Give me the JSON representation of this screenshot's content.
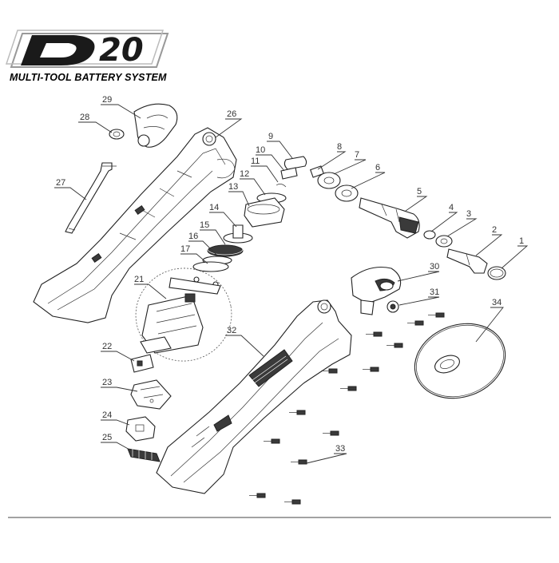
{
  "logo": {
    "brand_text": "D 20",
    "subtitle": "MULTI-TOOL BATTERY SYSTEM"
  },
  "parts": [
    "1",
    "2",
    "3",
    "4",
    "5",
    "6",
    "7",
    "8",
    "9",
    "10",
    "11",
    "12",
    "13",
    "14",
    "15",
    "16",
    "17",
    "21",
    "22",
    "23",
    "24",
    "25",
    "26",
    "27",
    "28",
    "29",
    "30",
    "31",
    "32",
    "33",
    "34"
  ],
  "colors": {
    "ink": "#222222",
    "background": "#ffffff"
  }
}
